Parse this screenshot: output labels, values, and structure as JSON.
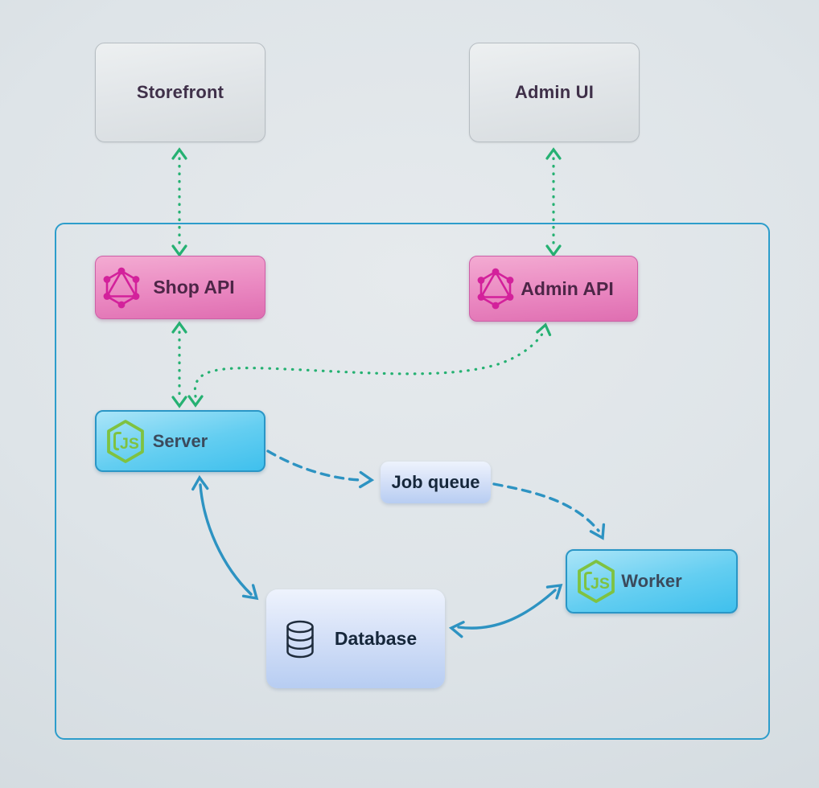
{
  "nodes": {
    "storefront": {
      "label": "Storefront"
    },
    "admin_ui": {
      "label": "Admin UI"
    },
    "shop_api": {
      "label": "Shop API",
      "icon": "graphql-icon"
    },
    "admin_api": {
      "label": "Admin API",
      "icon": "graphql-icon"
    },
    "server": {
      "label": "Server",
      "icon": "nodejs-icon"
    },
    "job_queue": {
      "label": "Job queue"
    },
    "worker": {
      "label": "Worker",
      "icon": "nodejs-icon"
    },
    "database": {
      "label": "Database",
      "icon": "database-icon"
    }
  },
  "edges": [
    {
      "from": "storefront",
      "to": "shop_api",
      "style": "dotted",
      "color": "#25b172",
      "bidirectional": true
    },
    {
      "from": "admin_ui",
      "to": "admin_api",
      "style": "dotted",
      "color": "#25b172",
      "bidirectional": true
    },
    {
      "from": "shop_api",
      "to": "server",
      "style": "dotted",
      "color": "#25b172",
      "bidirectional": true
    },
    {
      "from": "server",
      "to": "admin_api",
      "style": "dotted",
      "color": "#25b172",
      "bidirectional": true
    },
    {
      "from": "server",
      "to": "job_queue",
      "style": "dashed",
      "color": "#2d93c2",
      "bidirectional": false
    },
    {
      "from": "job_queue",
      "to": "worker",
      "style": "dashed",
      "color": "#2d93c2",
      "bidirectional": false
    },
    {
      "from": "server",
      "to": "database",
      "style": "solid",
      "color": "#2d93c2",
      "bidirectional": true
    },
    {
      "from": "database",
      "to": "worker",
      "style": "solid",
      "color": "#2d93c2",
      "bidirectional": true
    }
  ],
  "colors": {
    "green_arrow": "#25b172",
    "blue_arrow": "#2d93c2",
    "container_border": "#2d9dcb",
    "graphql_brand": "#d3219b",
    "nodejs_brand": "#7fc241",
    "pink_node_dark": "#df6eb1",
    "blue_node_dark": "#3fc0ed"
  }
}
